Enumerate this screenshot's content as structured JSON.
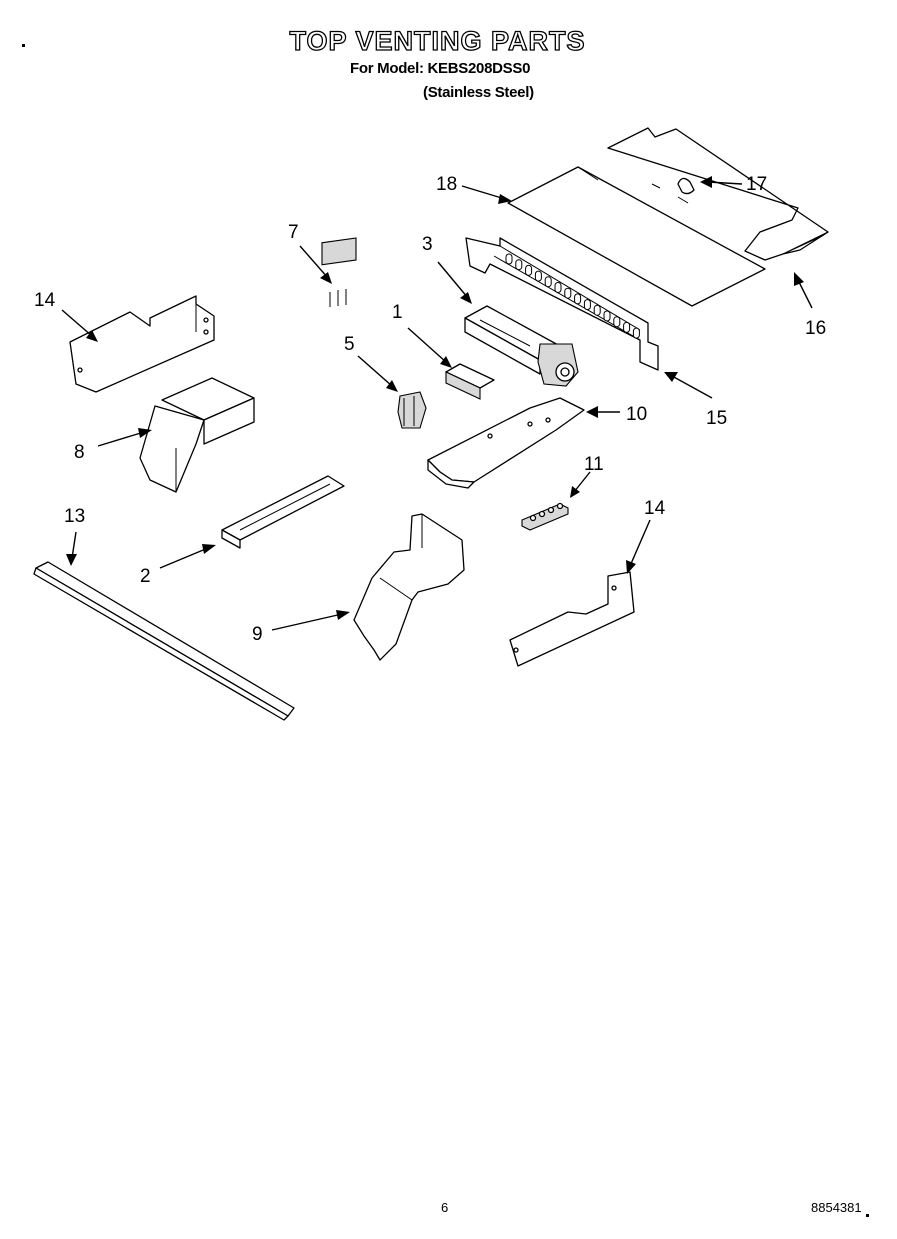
{
  "title": "TOP VENTING PARTS",
  "model_line": "For Model: KEBS208DSS0",
  "finish_line": "(Stainless Steel)",
  "page_number": "6",
  "document_code": "8854381",
  "callouts": {
    "c1": "1",
    "c2": "2",
    "c3": "3",
    "c5": "5",
    "c7": "7",
    "c8": "8",
    "c9": "9",
    "c10": "10",
    "c11": "11",
    "c13": "13",
    "c14a": "14",
    "c14b": "14",
    "c15": "15",
    "c16": "16",
    "c17": "17",
    "c18": "18"
  }
}
